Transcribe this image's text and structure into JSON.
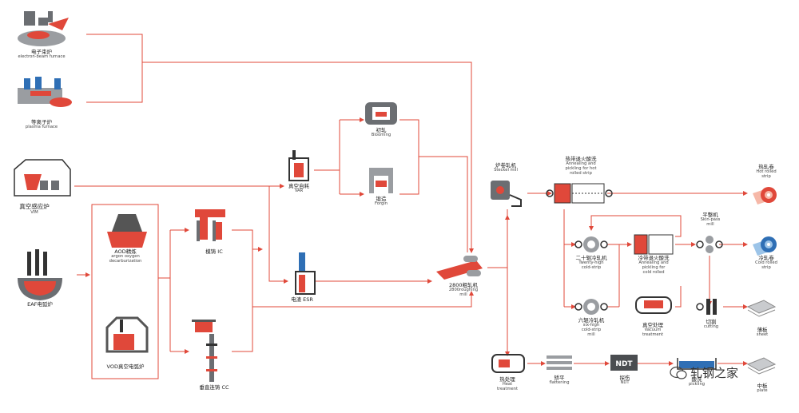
{
  "colors": {
    "flow_line": "#e0483a",
    "equipment_red": "#e0483a",
    "equipment_gray": "#6b6e72",
    "equipment_blue": "#2f6fb5",
    "box_border": "#e0483a"
  },
  "nodes": {
    "electron_beam": {
      "zh": "电子束炉",
      "en": "electron-beam furnace"
    },
    "plasma": {
      "zh": "等离子炉",
      "en": "plasma furnace"
    },
    "vim": {
      "zh": "真空感应炉",
      "en": "VIM"
    },
    "eaf": {
      "zh": "EAF电弧炉"
    },
    "aod": {
      "zh": "AOD精炼",
      "en1": "argon oxygen",
      "en2": "decarburization"
    },
    "vod": {
      "zh": "VOD真空电弧炉"
    },
    "ingot": {
      "zh": "模铸 IC"
    },
    "cc": {
      "zh": "垂直连铸 CC"
    },
    "var": {
      "zh": "真空自耗",
      "en": "VAR"
    },
    "esr": {
      "zh": "电渣 ESR"
    },
    "blooming": {
      "zh": "初轧",
      "en": "Blooming"
    },
    "forging": {
      "zh": "锻造",
      "en": "Forgin"
    },
    "roughing": {
      "zh": "2800粗轧机",
      "en1": "2800roughing",
      "en2": "mill"
    },
    "steckel": {
      "zh": "炉卷轧机",
      "en": "Steckel mill"
    },
    "anneal_hot": {
      "zh": "热带退火酸洗",
      "en1": "Annealing and",
      "en2": "pickling for hot",
      "en3": "rolled strip"
    },
    "hot_coil": {
      "zh": "热轧卷",
      "en1": "Hot rolled",
      "en2": "strip"
    },
    "twenty_high": {
      "zh": "二十辊冷轧机",
      "en1": "Twenty-high",
      "en2": "cold-strip"
    },
    "anneal_cold": {
      "zh": "冷带退火酸洗",
      "en1": "Annealing and",
      "en2": "pickling for",
      "en3": "cold rolled"
    },
    "skin_pass": {
      "zh": "平整机",
      "en1": "Skin-pass",
      "en2": "mill"
    },
    "cold_coil": {
      "zh": "冷轧卷",
      "en1": "Cold rolled",
      "en2": "strip"
    },
    "six_high": {
      "zh": "六辊冷轧机",
      "en1": "six-high",
      "en2": "cold-strip",
      "en3": "mill"
    },
    "vacuum": {
      "zh": "真空处理",
      "en1": "Vacuum",
      "en2": "treatment"
    },
    "cutting": {
      "zh": "切割",
      "en": "cutting"
    },
    "sheet": {
      "zh": "薄板",
      "en": "sheet"
    },
    "heat": {
      "zh": "热处理",
      "en1": "Heat",
      "en2": "treatment"
    },
    "flattening": {
      "zh": "矫平",
      "en": "flattening"
    },
    "ndt": {
      "zh": "探伤",
      "en": "NDT",
      "box": "NDT"
    },
    "pickling": {
      "zh": "酸洗",
      "en": "pickling"
    },
    "plate": {
      "zh": "中板",
      "en": "plate"
    }
  },
  "watermark": {
    "text": "轧钢之家"
  }
}
